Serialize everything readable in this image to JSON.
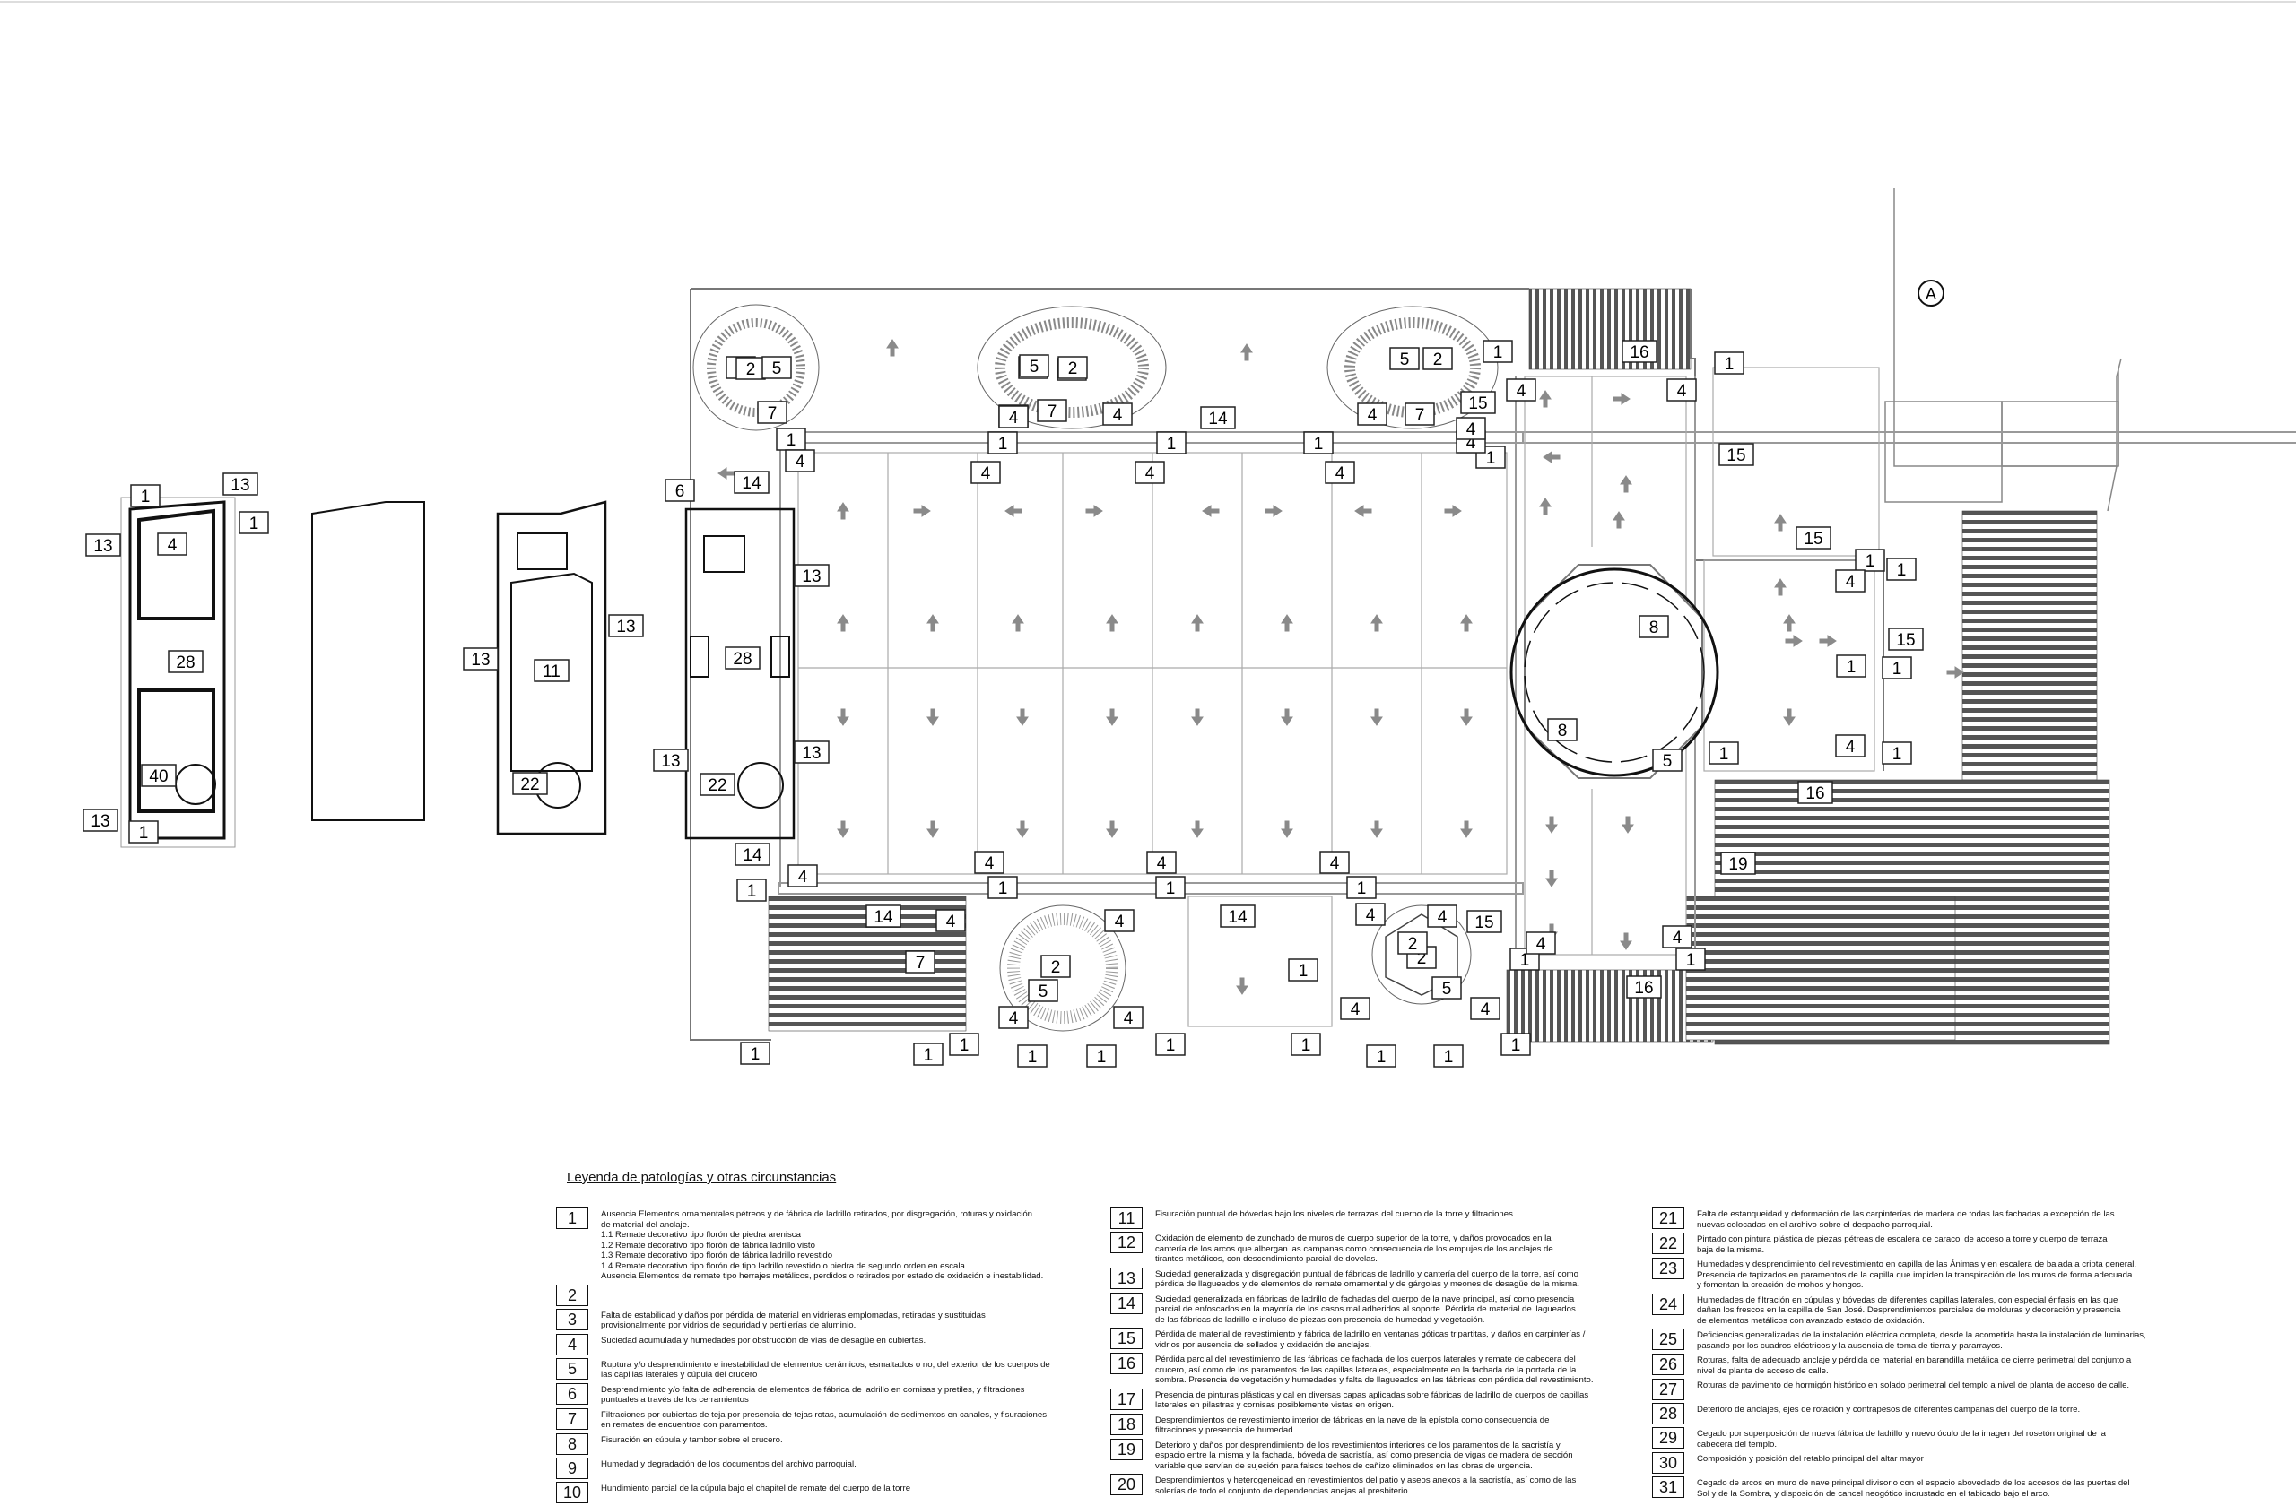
{
  "north_label": "A",
  "colors": {
    "line": "#222222",
    "arrow": "#8a8a8a",
    "tag_border": "#222222"
  },
  "plan_tags": [
    "1",
    "1",
    "1",
    "1",
    "1",
    "1",
    "1",
    "1",
    "1",
    "1",
    "1",
    "1",
    "1",
    "1",
    "1",
    "1",
    "1",
    "1",
    "1",
    "1",
    "1",
    "1",
    "1",
    "1",
    "1",
    "1",
    "1",
    "1",
    "1",
    "1",
    "1",
    "1",
    "1",
    "2",
    "2",
    "2",
    "2",
    "2",
    "2",
    "2",
    "2",
    "4",
    "4",
    "4",
    "4",
    "4",
    "4",
    "4",
    "4",
    "4",
    "4",
    "4",
    "4",
    "4",
    "4",
    "4",
    "4",
    "4",
    "4",
    "4",
    "4",
    "4",
    "4",
    "4",
    "4",
    "4",
    "4",
    "4",
    "4",
    "4",
    "5",
    "5",
    "5",
    "5",
    "5",
    "5",
    "5",
    "6",
    "7",
    "7",
    "7",
    "7",
    "8",
    "8",
    "11",
    "13",
    "13",
    "13",
    "13",
    "13",
    "13",
    "13",
    "13",
    "14",
    "14",
    "14",
    "14",
    "14",
    "15",
    "15",
    "15",
    "15",
    "15",
    "16",
    "16",
    "16",
    "19",
    "22",
    "22",
    "28",
    "28",
    "40"
  ],
  "legend": {
    "title": "Leyenda de patologías y otras circunstancias",
    "columns": [
      [
        {
          "num": "1",
          "text": "Ausencia Elementos ornamentales pétreos y de fábrica de ladrillo retirados, por disgregación, roturas y oxidación\nde material del anclaje.\n1.1 Remate decorativo tipo florón de piedra arenisca\n1.2 Remate decorativo tipo florón de fábrica ladrillo visto\n1.3 Remate decorativo tipo florón de fábrica ladrillo revestido\n1.4 Remate decorativo tipo florón de tipo ladrillo revestido o piedra de segundo orden en escala.\nAusencia Elementos de remate tipo herrajes metálicos, perdidos o retirados por estado de oxidación e inestabilidad."
        },
        {
          "num": "2",
          "text": ""
        },
        {
          "num": "3",
          "text": "Falta de estabilidad y daños por pérdida de material en vidrieras emplomadas, retiradas y sustituidas\nprovisionalmente por vidrios de seguridad y pertilerías de aluminio."
        },
        {
          "num": "4",
          "text": "Suciedad acumulada y humedades por obstrucción de vías de desagüe en cubiertas."
        },
        {
          "num": "5",
          "text": "Ruptura y/o desprendimiento e inestabilidad de elementos cerámicos, esmaltados o no, del exterior de los cuerpos de\nlas capillas laterales y cúpula del crucero"
        },
        {
          "num": "6",
          "text": "Desprendimiento y/o falta de adherencia de elementos de fábrica de ladrillo en cornisas y pretiles, y filtraciones\npuntuales a través de los cerramientos"
        },
        {
          "num": "7",
          "text": "Filtraciones por cubiertas de teja por presencia de tejas rotas, acumulación de sedimentos en canales, y fisuraciones\nen remates de encuentros con paramentos."
        },
        {
          "num": "8",
          "text": "Fisuración en cúpula y tambor sobre el crucero."
        },
        {
          "num": "9",
          "text": "Humedad y degradación de los documentos del archivo parroquial."
        },
        {
          "num": "10",
          "text": "Hundimiento parcial de la cúpula bajo el chapitel de remate del cuerpo de la torre"
        }
      ],
      [
        {
          "num": "11",
          "text": "Fisuración puntual de bóvedas bajo los niveles de terrazas del cuerpo de la torre y filtraciones."
        },
        {
          "num": "12",
          "text": "Oxidación de elemento de zunchado de muros de cuerpo superior de la torre, y daños provocados en la\ncantería de los arcos que albergan las campanas como consecuencia de los empujes de los anclajes de\ntirantes metálicos, con descendimiento parcial de dovelas."
        },
        {
          "num": "13",
          "text": "Suciedad generalizada y disgregación puntual de fábricas de ladrillo y cantería del cuerpo de la torre, así como\npérdida de llagueados y de elementos de remate ornamental y de gárgolas y meones de desagüe de la misma."
        },
        {
          "num": "14",
          "text": "Suciedad generalizada en fábricas de ladrillo de fachadas del cuerpo de la nave principal, así como presencia\nparcial de enfoscados en la mayoría de los casos mal adheridos al soporte. Pérdida de material de llagueados\nde las fábricas de ladrillo e incluso de piezas con presencia de humedad y vegetación."
        },
        {
          "num": "15",
          "text": "Pérdida de material de revestimiento y fábrica de ladrillo en ventanas góticas tripartitas, y daños en carpinterías /\nvidrios por ausencia de sellados y oxidación de anclajes."
        },
        {
          "num": "16",
          "text": "Pérdida parcial del revestimiento de las fábricas de fachada de los cuerpos laterales y remate de cabecera del\ncrucero, así como de los paramentos de las capillas laterales, especialmente en la fachada de la portada de la\nsombra. Presencia de vegetación y humedades y falta de llagueados en las fábricas con pérdida del revestimiento."
        },
        {
          "num": "17",
          "text": "Presencia de pinturas plásticas y cal en diversas capas aplicadas sobre fábricas de ladrillo de cuerpos de capillas\nlaterales en pilastras y cornisas posiblemente vistas en origen."
        },
        {
          "num": "18",
          "text": "Desprendimientos de revestimiento interior de fábricas en la nave de la epístola como consecuencia de\nfiltraciones y presencia de humedad."
        },
        {
          "num": "19",
          "text": "Deterioro y daños por desprendimiento de los revestimientos interiores de los paramentos de la sacristía y\nespacio entre la misma y la fachada, bóveda de sacristía, así como presencia de vigas de madera de sección\nvariable que servían de sujeción para falsos techos de cañizo eliminados en las obras de urgencia."
        },
        {
          "num": "20",
          "text": "Desprendimientos y heterogeneidad en revestimientos del patio y aseos anexos a la sacristía, así como de las\nsolerías de todo el conjunto de dependencias anejas al presbiterio."
        }
      ],
      [
        {
          "num": "21",
          "text": "Falta de estanqueidad y deformación de las carpinterías de madera de todas las fachadas a excepción de las\nnuevas colocadas en el archivo sobre el despacho parroquial."
        },
        {
          "num": "22",
          "text": "Pintado con pintura plástica de piezas pétreas de escalera de caracol de acceso a torre y cuerpo de terraza\nbaja de la misma."
        },
        {
          "num": "23",
          "text": "Humedades y desprendimiento del revestimiento en capilla de las Ánimas y en escalera de bajada a cripta general.\nPresencia de tapizados en paramentos de la capilla que impiden la transpiración de los muros de forma adecuada\ny fomentan la creación de mohos y hongos."
        },
        {
          "num": "24",
          "text": "Humedades de filtración en cúpulas y bóvedas de diferentes capillas laterales, con especial énfasis en las que\ndañan los frescos en la capilla de San José. Desprendimientos parciales de molduras y decoración y presencia\nde elementos metálicos con avanzado estado de oxidación."
        },
        {
          "num": "25",
          "text": "Deficiencias generalizadas de la instalación eléctrica completa, desde la acometida hasta la instalación de luminarias,\npasando por los cuadros eléctricos y la ausencia de toma de tierra y pararrayos."
        },
        {
          "num": "26",
          "text": "Roturas, falta de adecuado anclaje y pérdida de material en barandilla metálica de cierre perimetral del conjunto a\nnivel de planta de acceso de calle."
        },
        {
          "num": "27",
          "text": "Roturas de pavimento de hormigón histórico en solado perimetral del templo a nivel de planta de acceso de calle."
        },
        {
          "num": "28",
          "text": "Deterioro de anclajes, ejes de rotación y contrapesos de diferentes campanas del cuerpo de la torre."
        },
        {
          "num": "29",
          "text": "Cegado por superposición de nueva fábrica de ladrillo y nuevo óculo de la imagen del rosetón original de la\ncabecera del templo."
        },
        {
          "num": "30",
          "text": "Composición y posición del retablo principal del altar mayor"
        },
        {
          "num": "31",
          "text": "Cegado de arcos en muro de nave principal divisorio con el espacio abovedado de los accesos de las puertas del\nSol y de la Sombra, y disposición de cancel neogótico incrustado en el tabicado bajo el arco."
        }
      ]
    ]
  }
}
